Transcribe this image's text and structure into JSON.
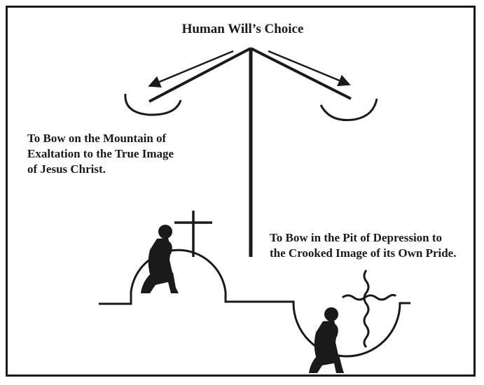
{
  "title": "Human Will’s Choice",
  "left_caption": {
    "line1": "To Bow on the Mountain of",
    "line2": "Exaltation to the True Image",
    "line3": "of Jesus Christ."
  },
  "right_caption": {
    "line1": "To Bow in the Pit of Depression to",
    "line2": "the Crooked Image of its Own Pride."
  },
  "colors": {
    "ink": "#1a1a1a",
    "background": "#ffffff"
  },
  "icons": [
    "kneeling-figure-icon",
    "straight-cross-icon",
    "crooked-cross-icon",
    "arrow-left-icon",
    "arrow-right-icon"
  ]
}
